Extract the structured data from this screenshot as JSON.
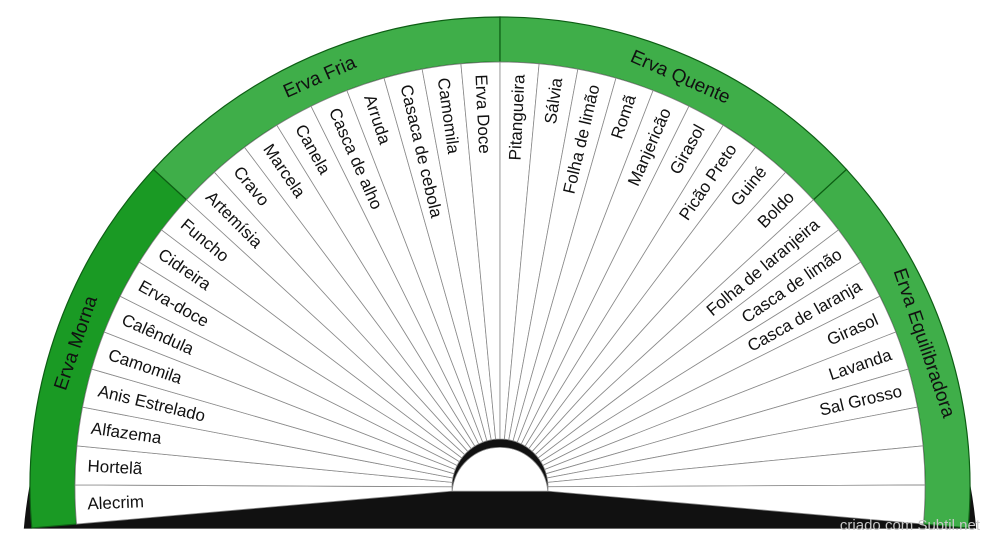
{
  "groups": [
    {
      "name": "Erva Morna",
      "start": 0,
      "end": 9,
      "color": "#1a9a24"
    },
    {
      "name": "Erva Fria",
      "start": 9,
      "end": 18,
      "color": "#3fae49"
    },
    {
      "name": "Erva Quente",
      "start": 18,
      "end": 27,
      "color": "#3fae49"
    },
    {
      "name": "Erva Equilibradora",
      "start": 27,
      "end": 36,
      "color": "#3fae49"
    }
  ],
  "items": [
    "Alecrim",
    "Hortelã",
    "Alfazema",
    "Anis Estrelado",
    "Camomila",
    "Calêndula",
    "Erva-doce",
    "Cidreira",
    "Funcho",
    "Artemísia",
    "Cravo",
    "Marcela",
    "Canela",
    "Casca de alho",
    "Arruda",
    "Casaca de cebola",
    "Camomila",
    "Erva Doce",
    "Pitangueira",
    "Sálvia",
    "Folha de limão",
    "Romã",
    "Manjericão",
    "Girasol",
    "Picão Preto",
    "Guiné",
    "Boldo",
    "Folha de laranjeira",
    "Casca de limão",
    "Casca de laranja",
    "Girasol",
    "Lavanda",
    "Sal Grosso",
    "",
    "",
    ""
  ],
  "credit": "criado com Subtil.net"
}
